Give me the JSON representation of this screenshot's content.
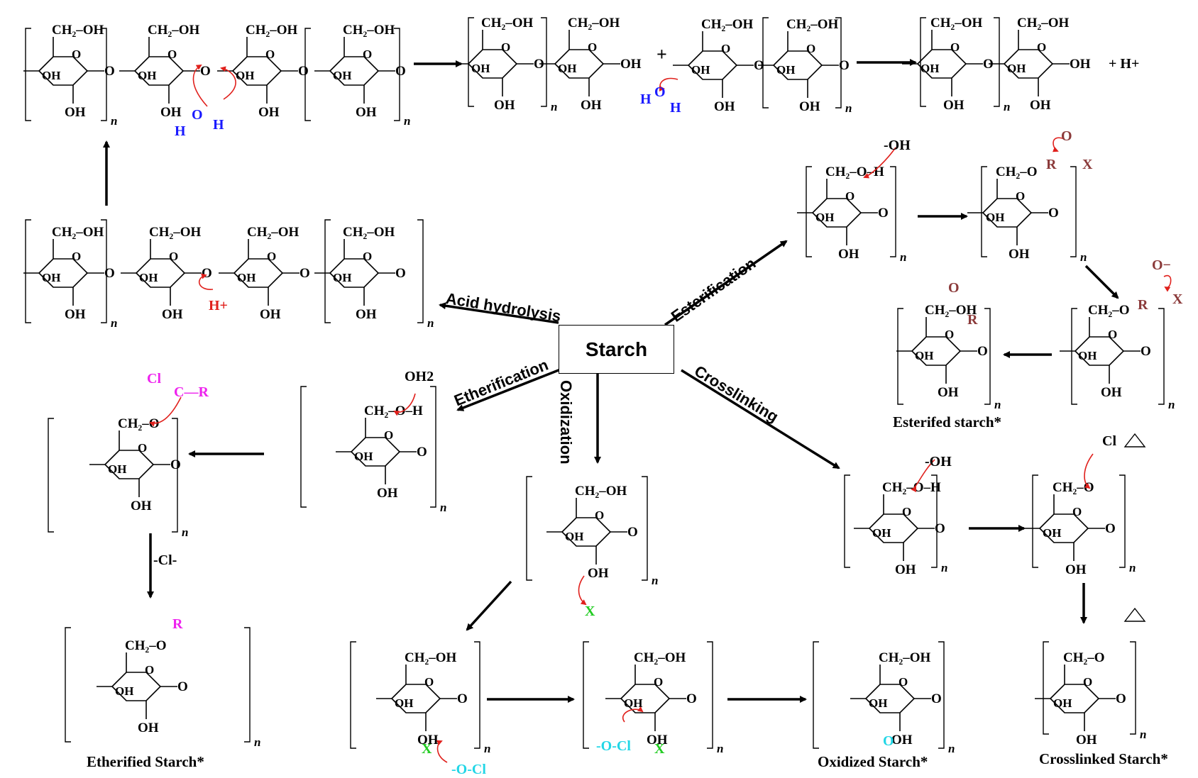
{
  "center": {
    "label": "Starch"
  },
  "pathways": {
    "acid_hydrolysis": "Acid hydrolysis",
    "etherification": "Etherification",
    "oxidization": "Oxidization",
    "esterification": "Esterification",
    "crosslinking": "Crosslinking"
  },
  "products": {
    "etherified": "Etherified Starch*",
    "oxidized": "Oxidized Starch*",
    "esterified": "Esterifed starch*",
    "crosslinked": "Crosslinked Starch*"
  },
  "reagents": {
    "h_plus": "H+",
    "h_plus_product": "+ H+",
    "water_h": "H",
    "hydroxide": "-OH",
    "oh2": "OH2",
    "cl_minus": "-Cl-",
    "hypochlorite": "-O-Cl",
    "x": "X",
    "r": "R",
    "cl": "Cl",
    "c_r": "C—R",
    "o_carbonyl": "O",
    "o_minus": "O−",
    "plus": "+"
  },
  "ring_labels": {
    "ch2oh": "CH₂–OH",
    "ch2o": "CH₂–O",
    "oh": "OH",
    "o": "O",
    "n": "n"
  },
  "colors": {
    "arrow": "#000000",
    "curved_arrow": "#e0201c",
    "hydronium_blue": "#1a1aff",
    "h_plus_red": "#e0201c",
    "chloride_magenta": "#ee22ee",
    "leaving_group_green": "#22cc22",
    "hypochlorite_cyan": "#22d6e6",
    "acyl_brown": "#8b3a3a"
  }
}
